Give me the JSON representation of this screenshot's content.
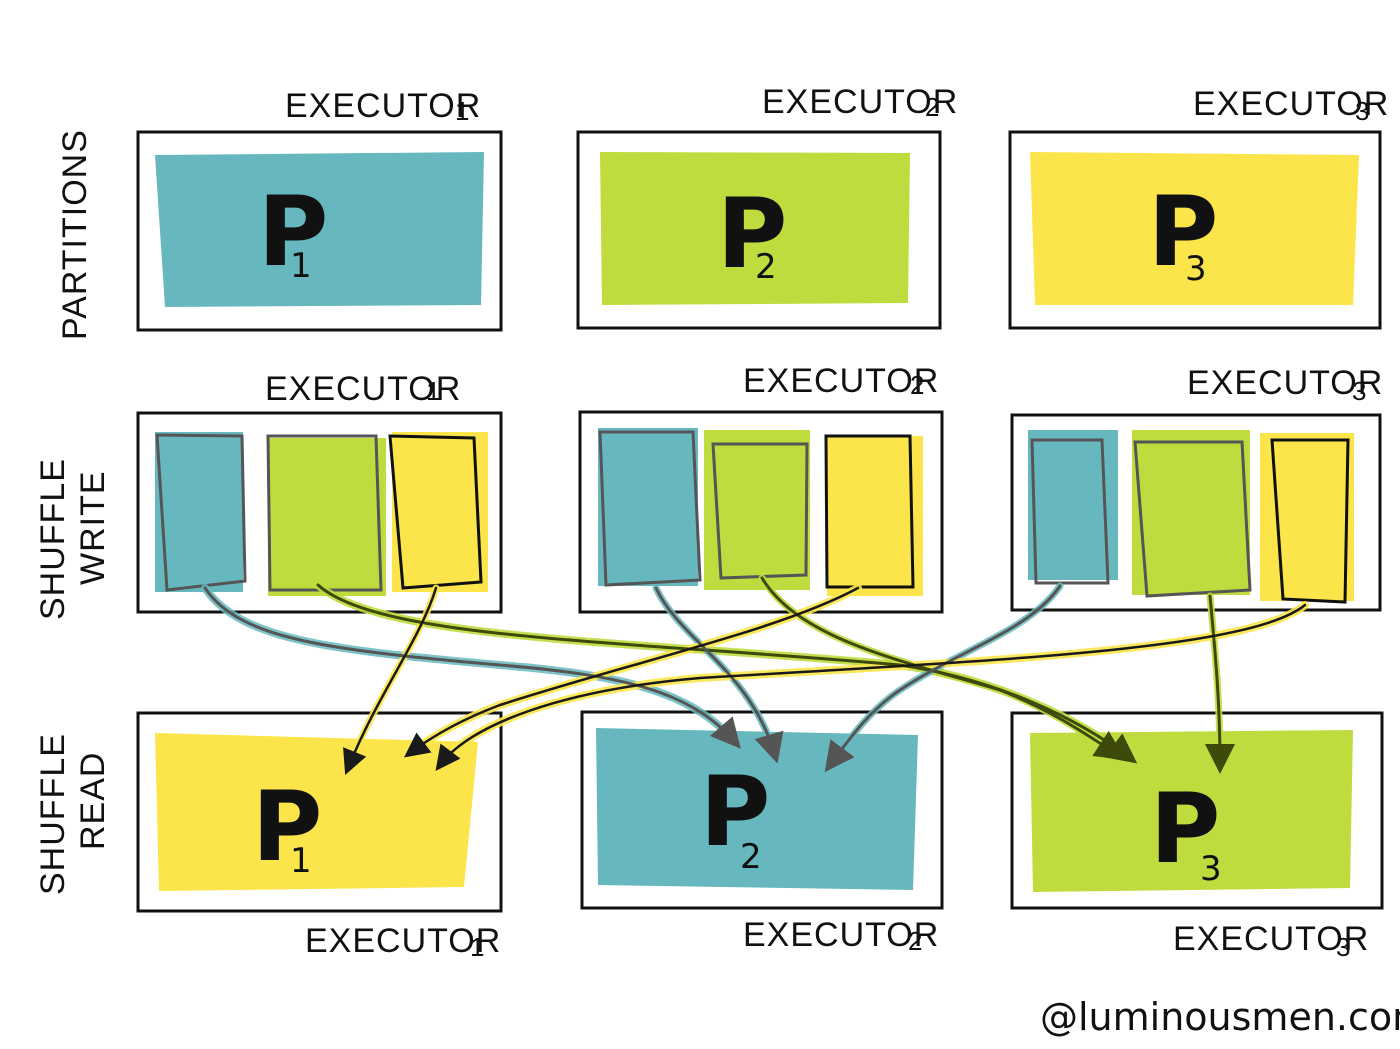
{
  "colors": {
    "teal": "#66b8be",
    "green": "#bfdc3f",
    "yellow": "#fbe54b",
    "teal_arrow": "#5b9fb0",
    "green_arrow": "#a8cc2e",
    "yellow_arrow": "#f3db3a"
  },
  "row_labels": {
    "partitions": "PARTITIONS",
    "shuffle_write_1": "SHUFFLE",
    "shuffle_write_2": "WRITE",
    "shuffle_read_1": "SHUFFLE",
    "shuffle_read_2": "READ"
  },
  "executors": {
    "row1": [
      {
        "name": "EXECUTOR",
        "num": "1"
      },
      {
        "name": "EXECUTOR",
        "num": "2"
      },
      {
        "name": "EXECUTOR",
        "num": "3"
      }
    ],
    "row2": [
      {
        "name": "EXECUTOR",
        "num": "1"
      },
      {
        "name": "EXECUTOR",
        "num": "2"
      },
      {
        "name": "EXECUTOR",
        "num": "3"
      }
    ],
    "row3": [
      {
        "name": "EXECUTOR",
        "num": "1"
      },
      {
        "name": "EXECUTOR",
        "num": "2"
      },
      {
        "name": "EXECUTOR",
        "num": "3"
      }
    ]
  },
  "partitions": [
    {
      "letter": "P",
      "sub": "1",
      "color": "teal"
    },
    {
      "letter": "P",
      "sub": "2",
      "color": "green"
    },
    {
      "letter": "P",
      "sub": "3",
      "color": "yellow"
    }
  ],
  "shuffle_read": [
    {
      "letter": "P",
      "sub": "1",
      "color": "yellow"
    },
    {
      "letter": "P",
      "sub": "2",
      "color": "teal"
    },
    {
      "letter": "P",
      "sub": "3",
      "color": "green"
    }
  ],
  "watermark": "@luminousmen.com"
}
